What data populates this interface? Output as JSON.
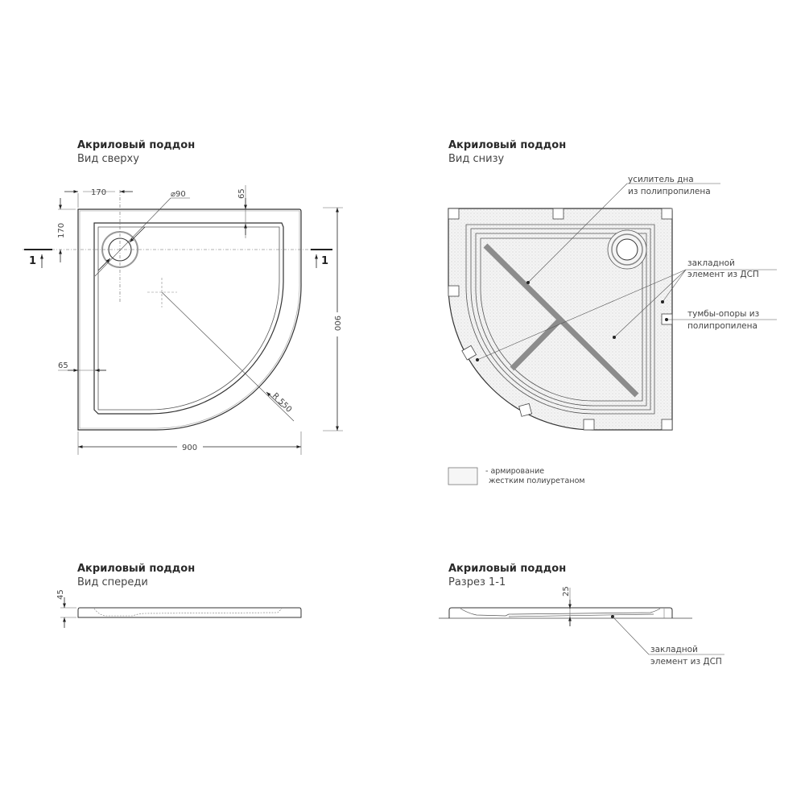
{
  "views": {
    "top": {
      "title": "Акриловый поддон",
      "subtitle": "Вид сверху"
    },
    "bottom": {
      "title": "Акриловый поддон",
      "subtitle": "Вид снизу"
    },
    "front": {
      "title": "Акриловый поддон",
      "subtitle": "Вид спереди"
    },
    "section": {
      "title": "Акриловый поддон",
      "subtitle": "Разрез 1-1"
    }
  },
  "dimensions": {
    "drain_offset_x": "170",
    "drain_offset_y": "170",
    "drain_diameter": "⌀90",
    "rim_top": "65",
    "rim_left": "65",
    "width": "900",
    "depth": "900",
    "radius": "R 550",
    "height_front": "45",
    "height_section": "25",
    "section_mark": "1"
  },
  "callouts": {
    "reinforcement_line1": "усилитель дна",
    "reinforcement_line2": "из полипропилена",
    "insert_line1": "закладной",
    "insert_line2": "элемент из ДСП",
    "supports_line1": "тумбы-опоры из",
    "supports_line2": "полипропилена",
    "section_insert_line1": "закладной",
    "section_insert_line2": "элемент из ДСП"
  },
  "legend": {
    "line1": "- армирование",
    "line2": "жестким полиуретаном"
  }
}
